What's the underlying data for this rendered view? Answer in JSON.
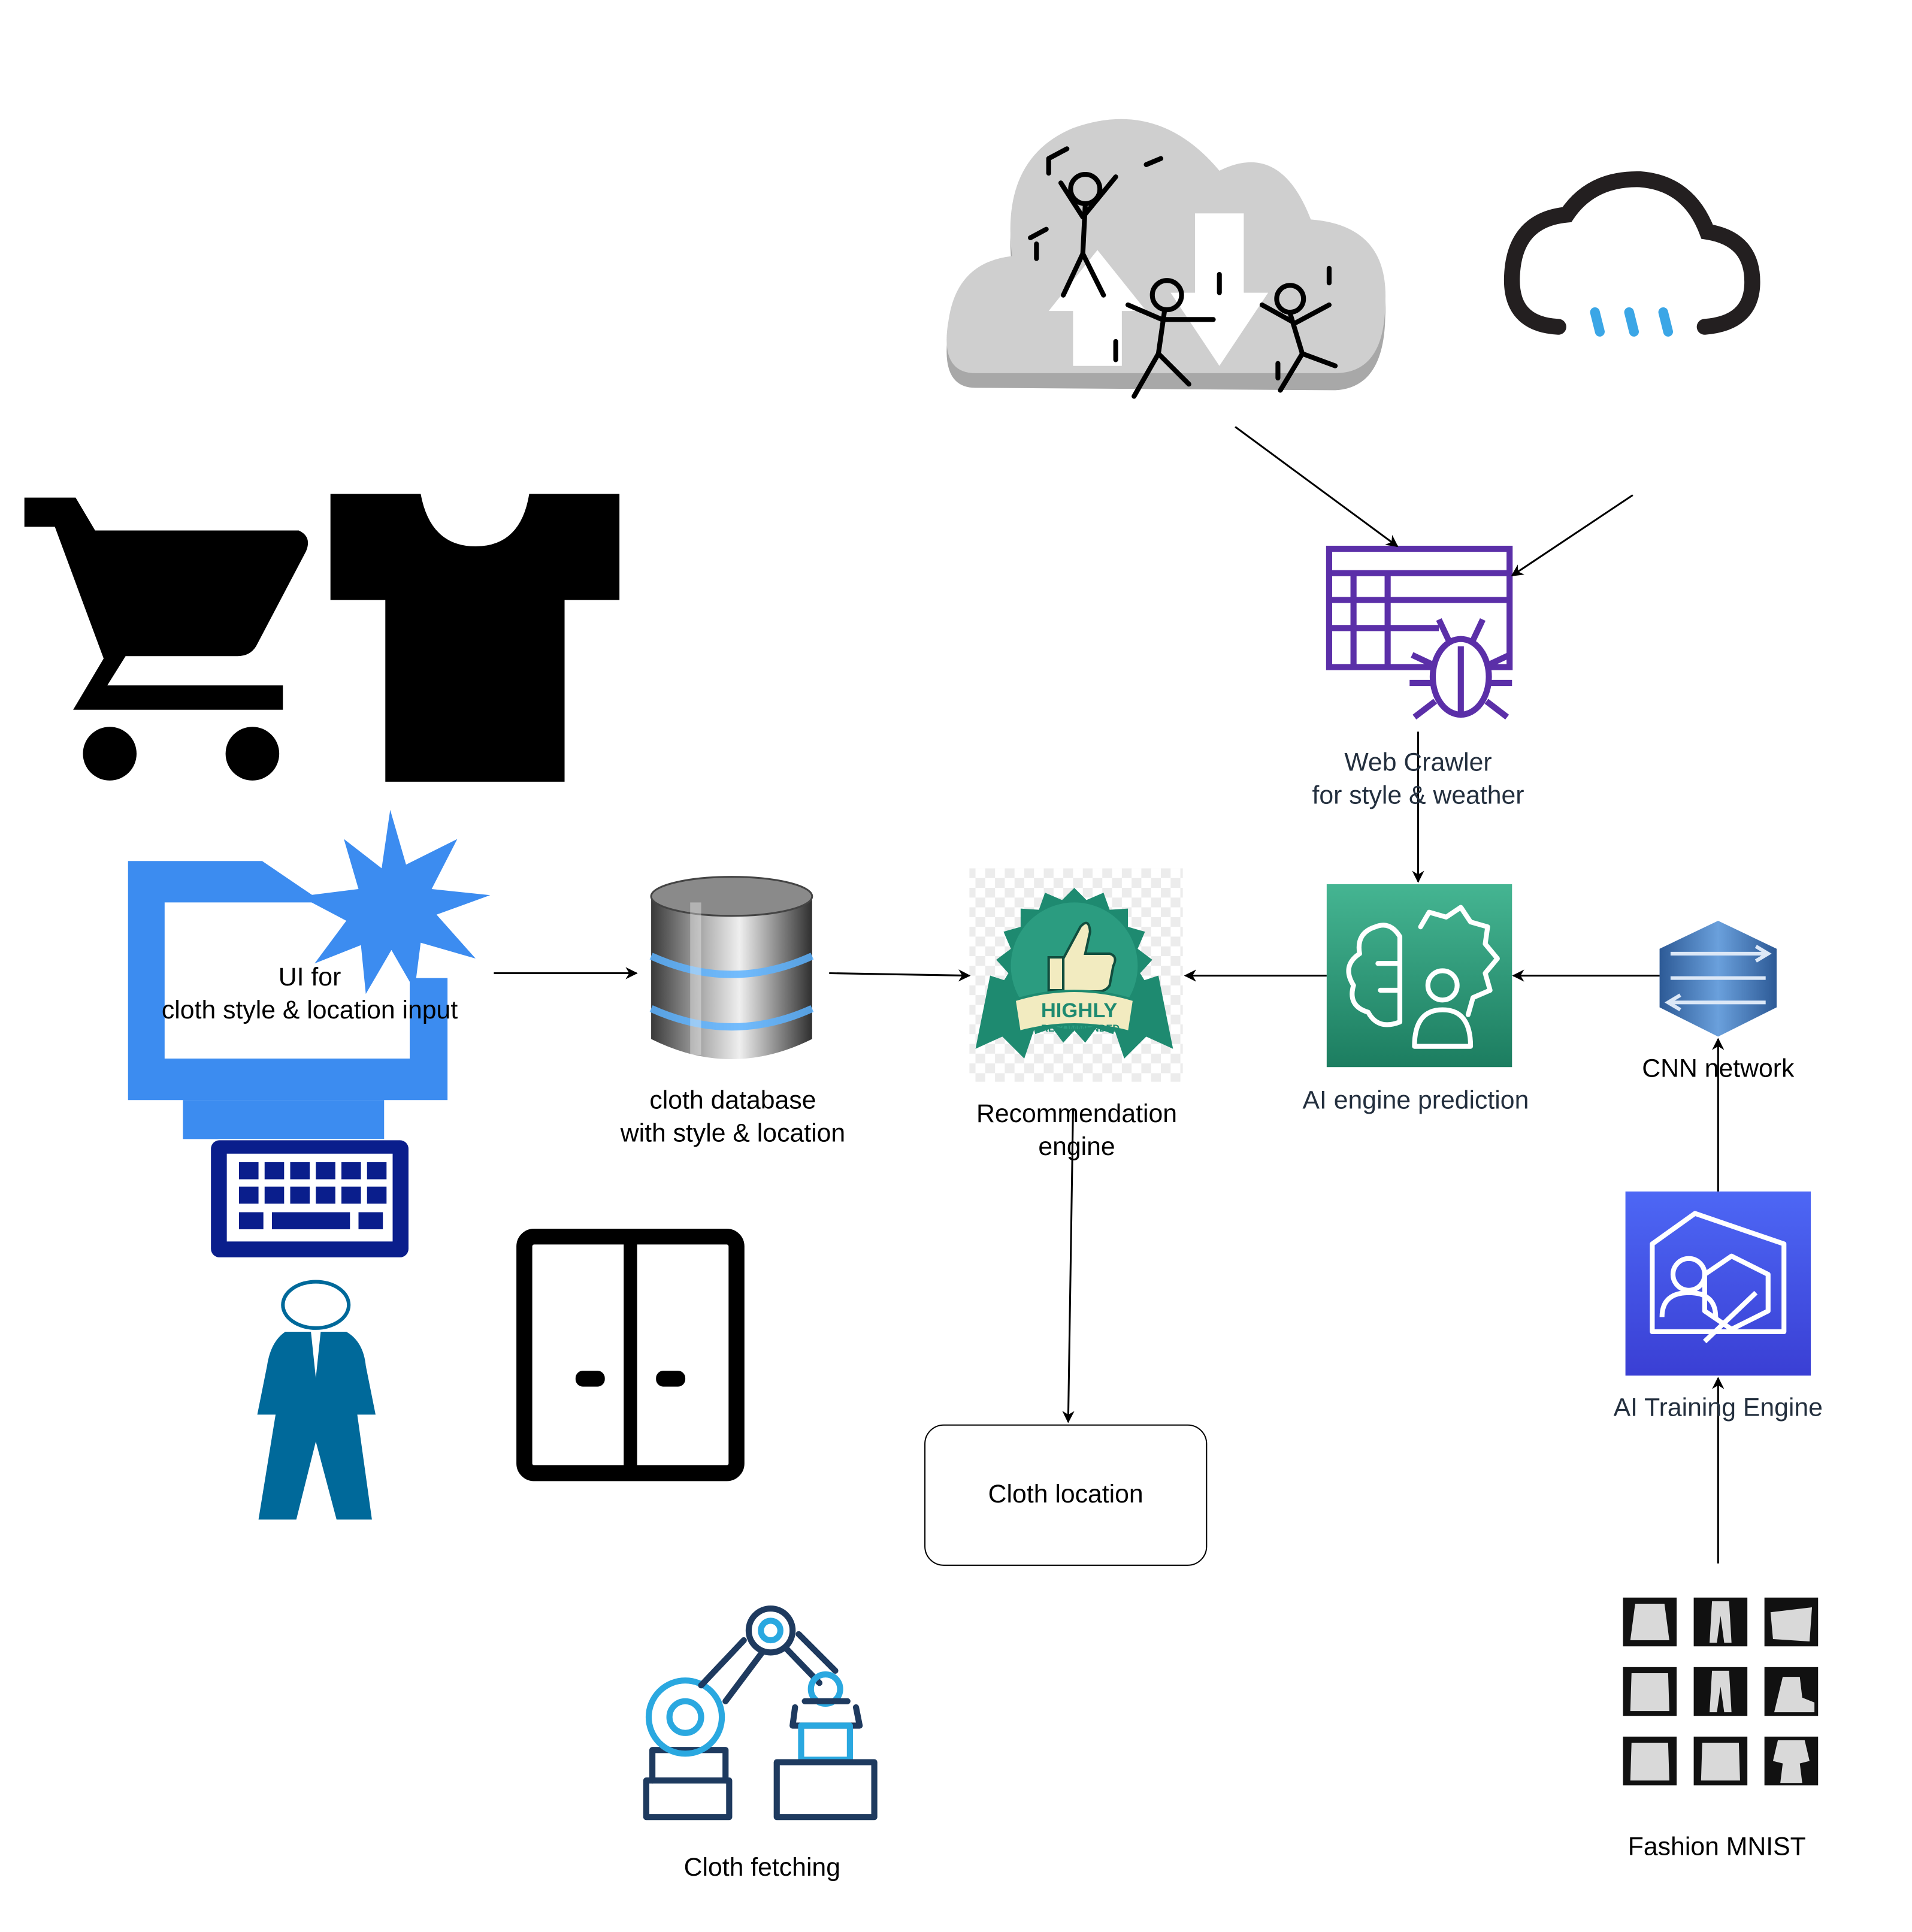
{
  "labels": {
    "ui_input": "UI for\ncloth style & location input",
    "database": "cloth database\nwith style & location",
    "recommendation": "Recommendation\nengine",
    "ai_prediction": "AI engine prediction",
    "web_crawler": "Web Crawler\nfor style & weather",
    "cnn": "CNN network",
    "training": "AI Training Engine",
    "mnist": "Fashion MNIST",
    "cloth_location": "Cloth location",
    "fetching": "Cloth fetching"
  },
  "badge": {
    "line1": "HIGHLY",
    "line2": "RECOMMENDED"
  },
  "colors": {
    "monitor_blue": "#3C8CF0",
    "keyboard_navy": "#0A1E8C",
    "person_blue": "#00699A",
    "crawler_purple": "#5B2FA8",
    "ai_green": "#2E9E80",
    "training_blue": "#4253F0",
    "cnn_blue": "#3E6FB0",
    "badge_green": "#1E8A70",
    "robot_blue": "#2AA8E0",
    "robot_navy": "#1E3A5F",
    "rain_blue": "#3BA6E6"
  },
  "icons": [
    "shopping-cart-icon",
    "t-shirt-icon",
    "computer-monitor-icon",
    "burst-icon",
    "keyboard-icon",
    "person-icon",
    "wardrobe-icon",
    "database-icon",
    "recommended-badge-icon",
    "cloud-icon",
    "dancing-people-icon",
    "rain-cloud-icon",
    "web-crawler-icon",
    "ai-brain-icon",
    "cnn-network-icon",
    "training-engine-icon",
    "fashion-mnist-grid-icon",
    "robot-arm-icon"
  ]
}
